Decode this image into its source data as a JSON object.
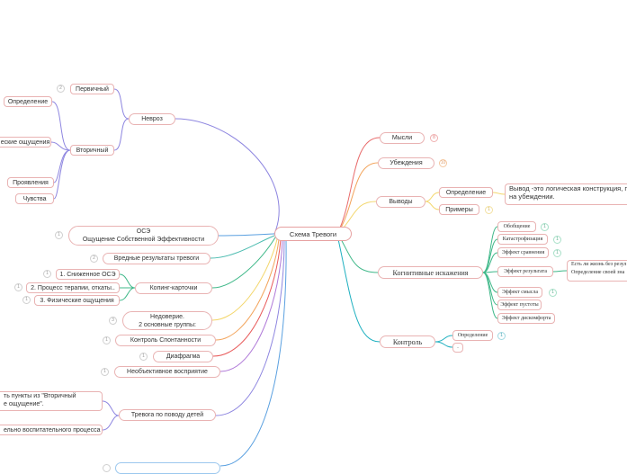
{
  "central": "Схема Тревоги",
  "nodes": {
    "nevroz": "Невроз",
    "pervichny": "Первичный",
    "vtorichny": "Вторичный",
    "opredelenie_l": "Определение",
    "fiz_oshch": "еские ощущения",
    "proyavleniya": "Проявления",
    "chuvstva": "Чувства",
    "ose_1": "ОСЭ",
    "ose_2": "Ощущение Собственной Эффективности",
    "vrednye": "Вредные результаты тревоги",
    "koping": "Копинг-карточки",
    "koping_1": "1. Сниженное ОСЭ",
    "koping_2": "2. Процесс терапии, откаты..",
    "koping_3": "3. Физические ощущения",
    "nedoverie_1": "Недоверие.",
    "nedoverie_2": "2 основные группы:",
    "kontrol_spont": "Контроль Спонтанности",
    "diafragma": "Диафрагма",
    "neobekt": "Необъективное восприятие",
    "trevoga_deti": "Тревога по поводу детей",
    "deti_1a": "ть пункты из \"Вторичный",
    "deti_1b": "е ощущение\".",
    "deti_2": "ельно воспитательного процесса",
    "mysli": "Мысли",
    "ubezhdeniya": "Убеждения",
    "vyvody": "Выводы",
    "vyv_opred": "Определение",
    "vyv_primery": "Примеры",
    "vyv_text_1": "Вывод -это логическая конструкция, п",
    "vyv_text_2": "на убеждении.",
    "kognitivnye": "Когнитивные искажения",
    "obobshchenie": "Обобщение",
    "katastrof": "Катастрофизация",
    "eff_sravn": "Эффект сравнения",
    "eff_rezult": "Эффект результата",
    "rezult_text_1": "Есть ли жизнь без резул",
    "rezult_text_2": "Определение своей зна",
    "eff_smysla": "Эффект смысла",
    "eff_pustoty": "Эффект пустоты",
    "eff_diskomf": "Эффект дискомфорта",
    "kontrol": "Контроль",
    "kontrol_opred": "Определение",
    "kontrol_dot": "."
  },
  "badges": {
    "pervichny": "2",
    "ose": "1",
    "vrednye": "2",
    "k1": "1",
    "k2": "1",
    "k3": "1",
    "nedoverie": "3",
    "kontrol_spont": "1",
    "diafragma": "1",
    "neobekt": "1",
    "mysli": "8",
    "ubezhdeniya": "10",
    "vyv_primery": "1",
    "obobshchenie": "1",
    "katastrof": "1",
    "eff_sravn": "1",
    "eff_smysla": "1",
    "kontrol_opred": "1"
  },
  "colors": {
    "nevroz": "#8e86e0",
    "deti": "#8e86e0",
    "ose": "#5aa0e0",
    "vrednye": "#4cbcb0",
    "koping": "#3fb889",
    "nedoverie": "#f3d66a",
    "kontrol_spont": "#f2a35a",
    "diafragma": "#e85a5a",
    "neobekt": "#b07ad8",
    "mysli": "#e86a6a",
    "ubezhdeniya": "#f2a35a",
    "vyvody": "#f3d66a",
    "kognitivnye": "#3fb889",
    "kontrol": "#1fb0c0",
    "node_border": "#e9b3b3"
  }
}
